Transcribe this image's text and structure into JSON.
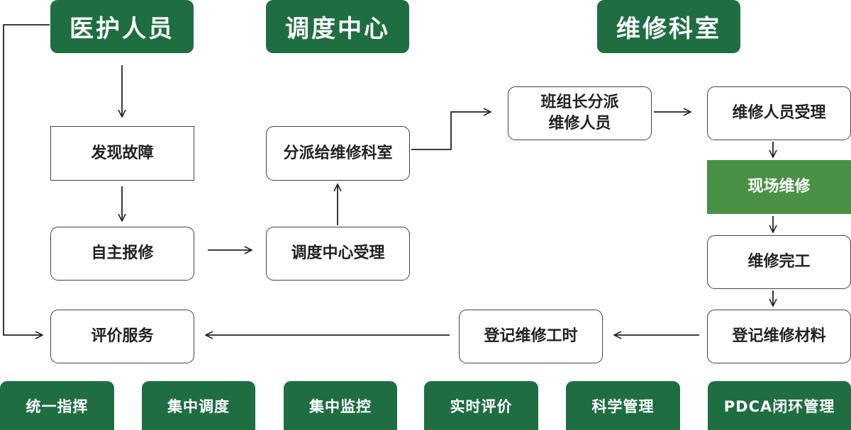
{
  "headers": [
    "医护人员",
    "调度中心",
    "维修科室"
  ],
  "steps": {
    "discover": "发现故障",
    "self_report": "自主报修",
    "evaluate": "评价服务",
    "dispatch_accept": "调度中心受理",
    "assign_dept": "分派给维修科室",
    "team_leader": "班组长分派\n维修人员",
    "repair_accept": "维修人员受理",
    "onsite_repair": "现场维修",
    "repair_done": "维修完工",
    "register_materials": "登记维修材料",
    "register_hours": "登记维修工时"
  },
  "features": [
    "统一指挥",
    "集中调度",
    "集中监控",
    "实时评价",
    "科学管理",
    "PDCA闭环管理"
  ],
  "colors": {
    "dark_green": "#1e6e42",
    "light_green": "#4a9145",
    "line": "#222222"
  }
}
